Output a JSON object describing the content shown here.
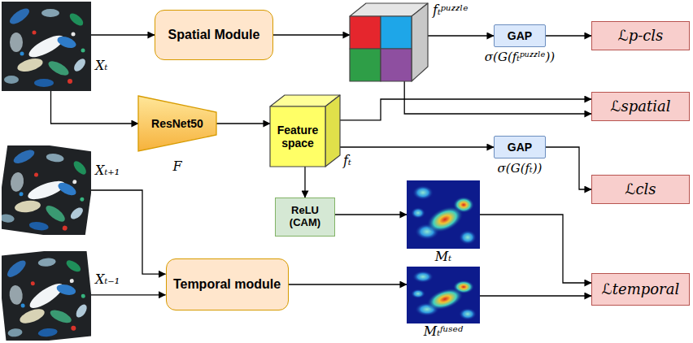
{
  "diagram": {
    "nodes": [
      {
        "text": [
          "Xₜ"
        ]
      },
      {
        "text": [
          "Spatial Module"
        ]
      },
      {
        "text": [
          "fₜᵖᵘᶻᶻˡᵉ"
        ]
      },
      {
        "text": [
          "GAP",
          "σ(G(fₜᵖᵘᶻᶻˡᵉ))"
        ]
      },
      {
        "text": [
          "ℒp-cls"
        ]
      },
      {
        "text": [
          "ℒspatial"
        ]
      },
      {
        "text": [
          "ResNet50",
          "F"
        ]
      },
      {
        "text": [
          "Feature space",
          "fₜ"
        ]
      },
      {
        "text": [
          "GAP",
          "σ(G(fₜ))"
        ]
      },
      {
        "text": [
          "ℒcls"
        ]
      },
      {
        "text": [
          "Xₜ₊₁"
        ]
      },
      {
        "text": [
          "ReLU (CAM)"
        ]
      },
      {
        "text": [
          "Mₜ"
        ]
      },
      {
        "text": [
          "Temporal module"
        ]
      },
      {
        "text": [
          "Xₜ₋₁"
        ]
      },
      {
        "text": [
          "Mₜᶠᵘˢᵉᵈ"
        ]
      },
      {
        "text": [
          "ℒtemporal"
        ]
      }
    ],
    "edges": [
      {
        "from": 0,
        "to": 1,
        "arrow": "to"
      },
      {
        "from": 0,
        "to": 6,
        "arrow": "to"
      },
      {
        "from": 1,
        "to": 2,
        "arrow": "to"
      },
      {
        "from": 2,
        "to": 3,
        "arrow": "to"
      },
      {
        "from": 3,
        "to": 4,
        "arrow": "to"
      },
      {
        "from": 2,
        "to": 5,
        "arrow": "to"
      },
      {
        "from": 6,
        "to": 7,
        "arrow": "to"
      },
      {
        "from": 7,
        "to": 5,
        "arrow": "to"
      },
      {
        "from": 7,
        "to": 8,
        "arrow": "to"
      },
      {
        "from": 8,
        "to": 9,
        "arrow": "to"
      },
      {
        "from": 7,
        "to": 11,
        "arrow": "to"
      },
      {
        "from": 11,
        "to": 12,
        "arrow": "to"
      },
      {
        "from": 12,
        "to": 16,
        "arrow": "to"
      },
      {
        "from": 10,
        "to": 13,
        "arrow": "to"
      },
      {
        "from": 14,
        "to": 13,
        "arrow": "to"
      },
      {
        "from": 13,
        "to": 15,
        "arrow": "to"
      },
      {
        "from": 15,
        "to": 16,
        "arrow": "to"
      }
    ]
  }
}
